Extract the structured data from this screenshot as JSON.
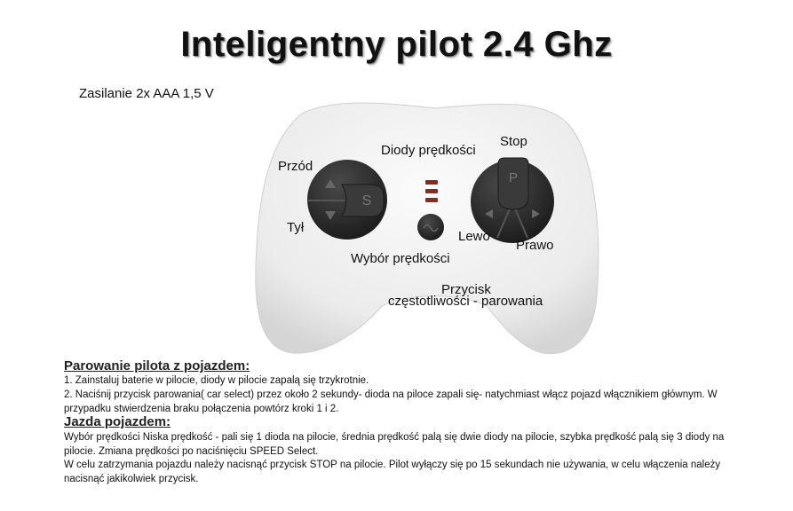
{
  "title": "Inteligentny pilot 2.4 Ghz",
  "power": "Zasilanie 2x AAA 1,5 V",
  "labels": {
    "forward": "Przód",
    "back": "Tył",
    "speed_leds": "Diody prędkości",
    "stop": "Stop",
    "left": "Lewo",
    "right": "Prawo",
    "speed_select": "Wybór prędkości",
    "pair_line1": "Przycisk",
    "pair_line2": "częstotliwości - parowania"
  },
  "button_glyphs": {
    "s": "S",
    "p": "P"
  },
  "pairing": {
    "heading": "Parowanie pilota z pojazdem:",
    "step1": "1. Zainstaluj baterie w pilocie, diody w pilocie zapalą się trzykrotnie.",
    "step2": "2. Naciśnij przycisk parowania( car select) przez około 2 sekundy- dioda na piloce zapali się- natychmiast włącz pojazd włącznikiem głównym. W przypadku stwierdzenia braku połączenia powtórz kroki 1 i 2."
  },
  "driving": {
    "heading": "Jazda pojazdem:",
    "p1": "Wybór prędkości Niska prędkość - pali się 1 dioda na pilocie, średnia prędkość palą się dwie diody na pilocie, szybka prędkość palą się 3 diody na pilocie. Zmiana prędkości po naciśnięciu SPEED Select.",
    "p2": "W celu zatrzymania pojazdu należy nacisnąć przycisk STOP na pilocie. Pilot wyłączy się po 15 sekundach nie używania, w celu włączenia należy  nacisnąć jakikolwiek przycisk."
  },
  "colors": {
    "remote_body": "#f1f0f0",
    "button": "#2b2b2b",
    "led": "#8a2a22"
  }
}
